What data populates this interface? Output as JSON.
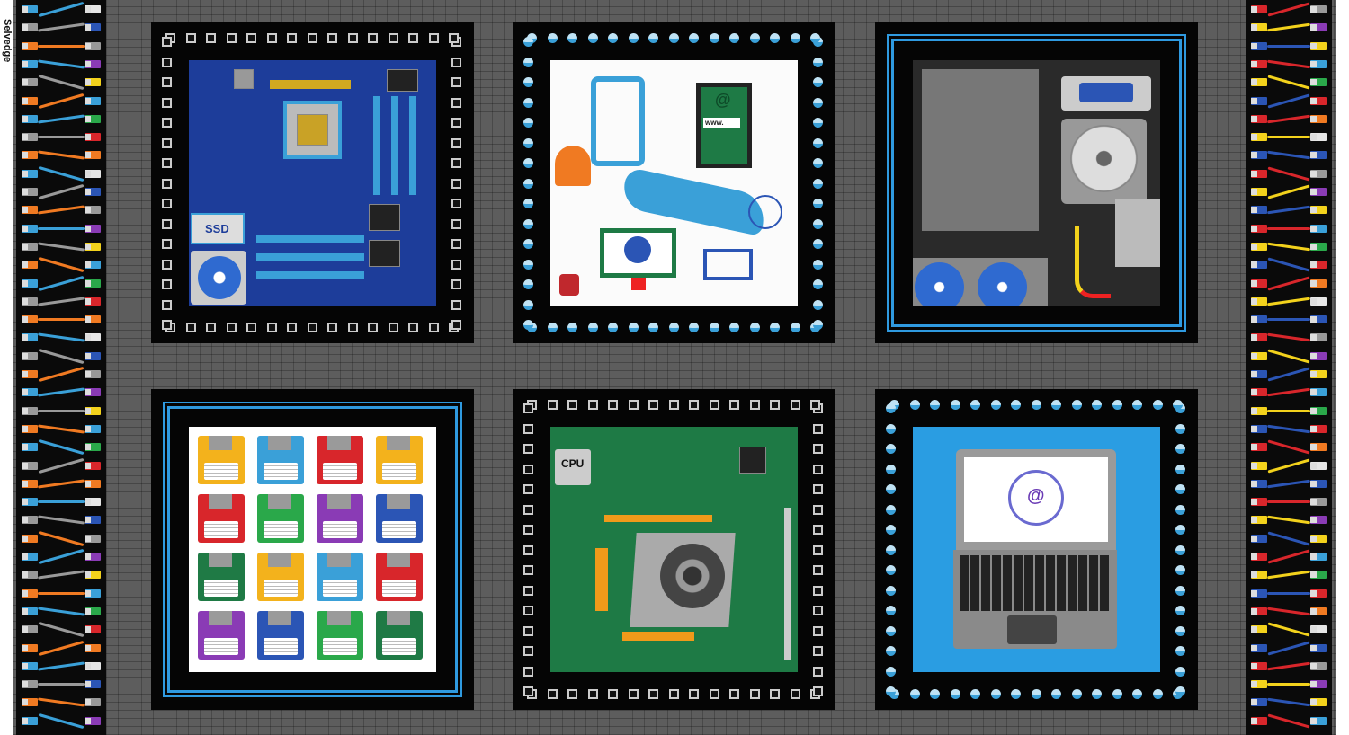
{
  "selvedge_label": "Selvedge",
  "panels": {
    "motherboard": {
      "label": "SSD"
    },
    "network": {
      "url_text": "www.",
      "at_symbol": "@"
    },
    "hardware": {},
    "floppies": {
      "colors": [
        "#f3b21c",
        "#3aa0d8",
        "#d8262b",
        "#f3b21c",
        "#d8262b",
        "#2aa84a",
        "#8a3bb5",
        "#2b55b5",
        "#1f7a45",
        "#f3b21c",
        "#3aa0d8",
        "#d8262b",
        "#8a3bb5",
        "#2b55b5",
        "#2aa84a",
        "#1f7a45"
      ]
    },
    "graphics_card": {
      "label": "CPU"
    },
    "laptop": {
      "at_symbol": "@"
    }
  },
  "colors": {
    "background": "#5d5d5d",
    "accent_blue": "#2f9ae0",
    "board_green": "#1e7a45",
    "board_blue": "#1d3d9a"
  },
  "cable_colors": [
    "#3aa0d8",
    "#d8262b",
    "#e6e6e6",
    "#999999",
    "#f3d21c",
    "#2aa84a",
    "#f07a22",
    "#2b55b5",
    "#8a3bb5"
  ]
}
